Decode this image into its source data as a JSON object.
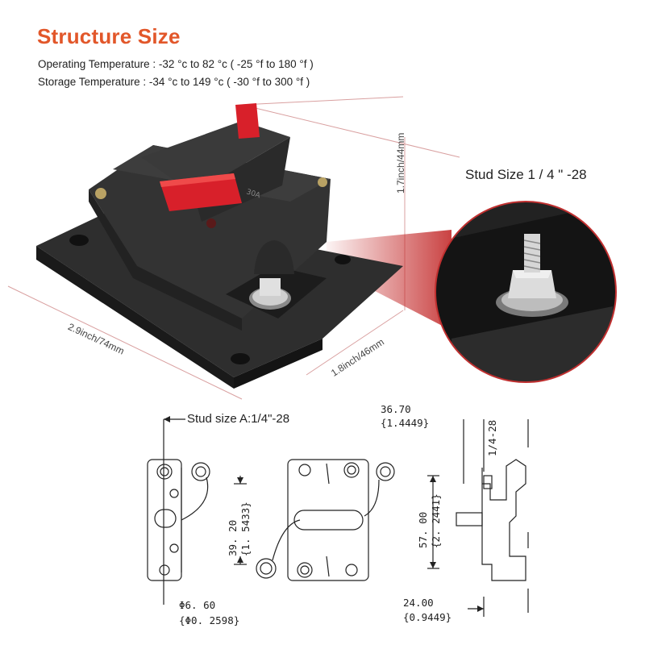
{
  "header": {
    "title": "Structure Size",
    "operating_temp": "Operating Temperature : -32 °c to 82 °c ( -25 °f to 180 °f )",
    "storage_temp": "Storage Temperature : -34 °c to 149 °c ( -30 °f to 300 °f )"
  },
  "photo": {
    "height_label": "1.7inch/44mm",
    "length_label": "2.9inch/74mm",
    "width_label": "1.8inch/46mm",
    "stud_label": "Stud Size 1 / 4 \" -28"
  },
  "drawing": {
    "stud_callout": "Stud size A:1/4\"-28",
    "dim_top": "36.70",
    "dim_top_in": "{1.4449}",
    "dim_thread": "1/4-28",
    "dim_hole_spacing": "39. 20",
    "dim_hole_spacing_in": "{1. 5433}",
    "dim_height": "57. 00",
    "dim_height_in": "{2. 2441}",
    "dim_hole_dia": "Φ6. 60",
    "dim_hole_dia_in": "{Φ0. 2598}",
    "dim_bottom": "24.00",
    "dim_bottom_in": "{0.9449}"
  },
  "colors": {
    "title": "#e2572a",
    "body": "#2b2b2b",
    "lever": "#d8202a",
    "accent_line": "#c03030"
  }
}
